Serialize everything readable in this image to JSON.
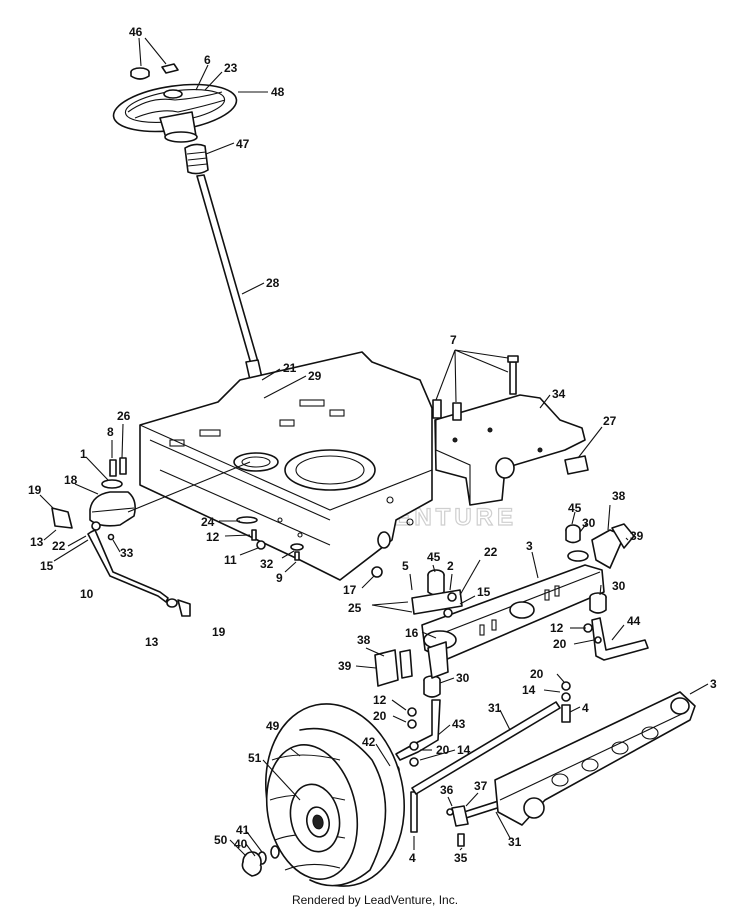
{
  "watermark": {
    "text": "LEADVENTURE"
  },
  "footer": {
    "text": "Rendered by LeadVenture, Inc."
  },
  "callouts": [
    "46",
    "6",
    "23",
    "48",
    "47",
    "28",
    "21",
    "29",
    "7",
    "34",
    "27",
    "26",
    "8",
    "1",
    "18",
    "19",
    "13",
    "22",
    "15",
    "33",
    "24",
    "12",
    "11",
    "32",
    "9",
    "17",
    "45",
    "5",
    "2",
    "22",
    "25",
    "15",
    "3",
    "38",
    "30",
    "39",
    "16",
    "10",
    "13",
    "19",
    "38",
    "39",
    "30",
    "12",
    "20",
    "30",
    "44",
    "45",
    "20",
    "14",
    "4",
    "3",
    "12",
    "20",
    "43",
    "31",
    "49",
    "51",
    "42",
    "20",
    "14",
    "41",
    "40",
    "50",
    "36",
    "37",
    "35",
    "4",
    "31"
  ]
}
